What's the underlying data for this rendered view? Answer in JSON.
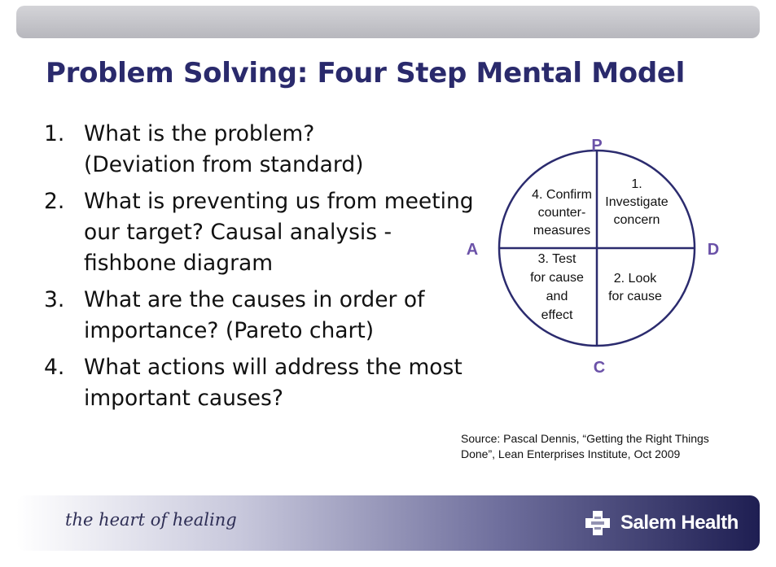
{
  "slide": {
    "title": "Problem Solving:  Four Step Mental Model",
    "steps": [
      {
        "number": "1.",
        "text": "What is the problem?\n(Deviation from standard)"
      },
      {
        "number": "2.",
        "text": "What is preventing us from meeting our target? Causal analysis -  fishbone diagram"
      },
      {
        "number": "3.",
        "text": "What are the causes in order of importance? (Pareto chart)"
      },
      {
        "number": "4.",
        "text": "What actions will address the most important causes?"
      }
    ],
    "source": "Source:  Pascal Dennis, “Getting the Right Things Done”, Lean Enterprises Institute, Oct 2009"
  },
  "diagram": {
    "letters": {
      "top": "P",
      "right": "D",
      "bottom": "C",
      "left": "A"
    },
    "quadrants": {
      "top_right": [
        "1.",
        "Investigate",
        "concern"
      ],
      "bottom_right": [
        "2. Look",
        "for cause"
      ],
      "bottom_left": [
        "3.  Test",
        "for cause",
        "and",
        "effect"
      ],
      "top_left": [
        "4. Confirm",
        "counter-",
        "measures"
      ]
    },
    "colors": {
      "circle": "#2b2b6e",
      "letters": "#6b52a8"
    }
  },
  "footer": {
    "tagline": "the heart of healing",
    "brand": "Salem Health"
  }
}
